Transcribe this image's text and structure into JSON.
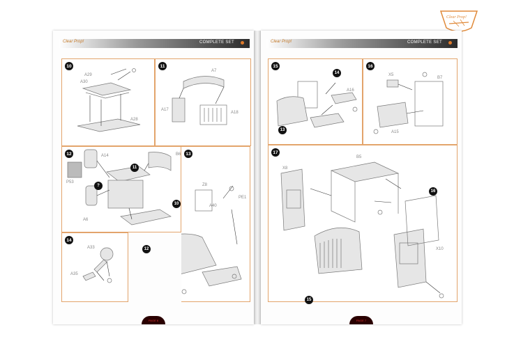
{
  "brand": {
    "name": "Clear Prop!"
  },
  "left_page": {
    "header_title": "COMPLETE SET",
    "page_number": "PAGE 6",
    "steps": [
      {
        "num": "10",
        "labels": [
          "A29",
          "A30",
          "A28"
        ]
      },
      {
        "num": "11",
        "labels": [
          "A7",
          "A17",
          "A18"
        ]
      },
      {
        "num": "12",
        "labels": [
          "A14",
          "P53",
          "A6"
        ],
        "callouts": [
          "11",
          "?",
          "10"
        ]
      },
      {
        "num": "13",
        "labels": [
          "B6",
          "Z8",
          "A40",
          "PE1"
        ],
        "callouts": [
          "12"
        ]
      },
      {
        "num": "14",
        "labels": [
          "A33",
          "A35"
        ]
      }
    ]
  },
  "right_page": {
    "header_title": "COMPLETE SET",
    "page_number": "PAGE 7",
    "steps": [
      {
        "num": "15",
        "labels": [
          "A16"
        ],
        "callouts": [
          "14",
          "13"
        ]
      },
      {
        "num": "16",
        "labels": [
          "X5",
          "B7",
          "A15"
        ]
      },
      {
        "num": "17",
        "labels": [
          "B5",
          "X8",
          "X10"
        ],
        "callouts": [
          "16",
          "15"
        ]
      }
    ]
  }
}
